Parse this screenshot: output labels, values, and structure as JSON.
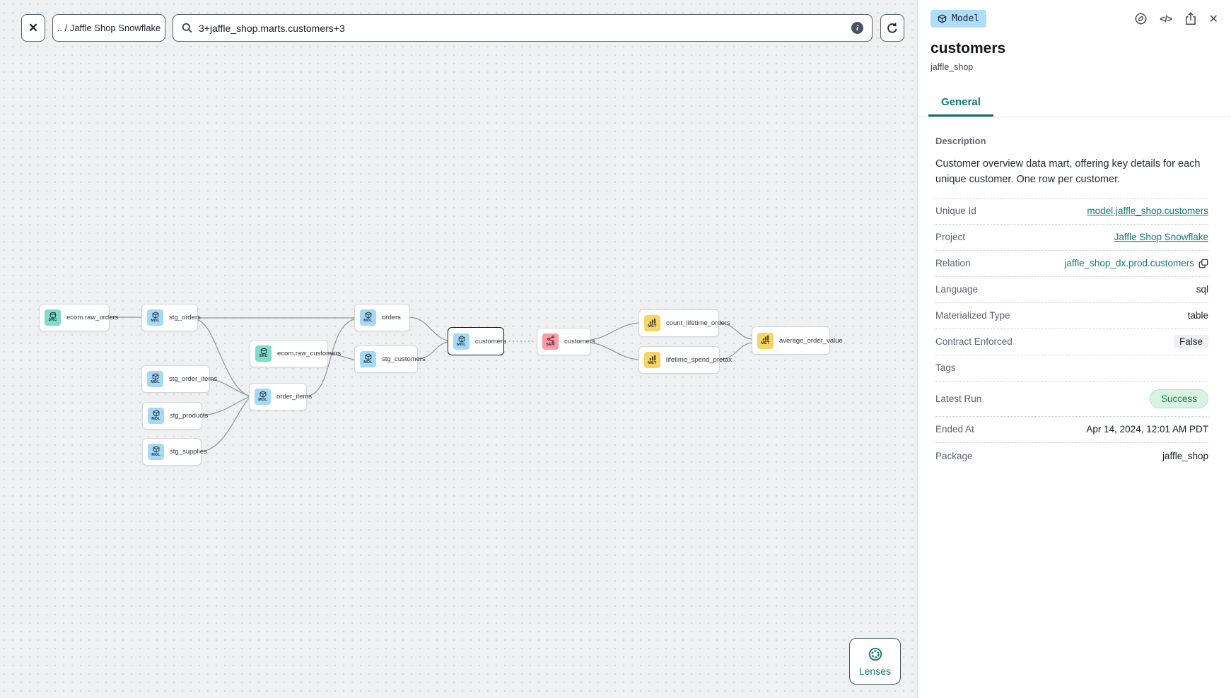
{
  "toolbar": {
    "close_label": "✕",
    "breadcrumb": ".. / Jaffle Shop Snowflake",
    "search_value": "3+jaffle_shop.marts.customers+3",
    "info_glyph": "i"
  },
  "graph": {
    "nodes": [
      {
        "label": "ecom.raw_orders",
        "kind": "SRC"
      },
      {
        "label": "stg_orders",
        "kind": "MDL"
      },
      {
        "label": "stg_order_items",
        "kind": "MDL"
      },
      {
        "label": "stg_products",
        "kind": "MDL"
      },
      {
        "label": "stg_supplies",
        "kind": "MDL"
      },
      {
        "label": "ecom.raw_customers",
        "kind": "SRC"
      },
      {
        "label": "order_items",
        "kind": "MDL"
      },
      {
        "label": "orders",
        "kind": "MDL"
      },
      {
        "label": "stg_customers",
        "kind": "MDL"
      },
      {
        "label": "customers",
        "kind": "MDL"
      },
      {
        "label": "customers",
        "kind": "SEM"
      },
      {
        "label": "count_lifetime_orders",
        "kind": "MET"
      },
      {
        "label": "lifetime_spend_pretax",
        "kind": "MET"
      },
      {
        "label": "average_order_value",
        "kind": "MET"
      }
    ]
  },
  "lenses_label": "Lenses",
  "panel": {
    "type_badge": "Model",
    "code_icon_glyph": "</>",
    "close_glyph": "✕",
    "title": "customers",
    "subtitle": "jaffle_shop",
    "tab": "General",
    "description_label": "Description",
    "description": "Customer overview data mart, offering key details for each unique customer. One row per customer.",
    "rows": [
      {
        "label": "Unique Id",
        "value": "model.jaffle_shop.customers"
      },
      {
        "label": "Project",
        "value": "Jaffle Shop Snowflake"
      },
      {
        "label": "Relation",
        "value": "jaffle_shop_dx.prod.customers"
      },
      {
        "label": "Language",
        "value": "sql"
      },
      {
        "label": "Materialized Type",
        "value": "table"
      },
      {
        "label": "Contract Enforced",
        "value": "False"
      },
      {
        "label": "Tags",
        "value": ""
      },
      {
        "label": "Latest Run",
        "value": "Success"
      },
      {
        "label": "Ended At",
        "value": "Apr 14, 2024, 12:01 AM PDT"
      },
      {
        "label": "Package",
        "value": "jaffle_shop"
      }
    ]
  },
  "colors": {
    "accent_teal": "#0d7a79",
    "source_icon": "#7eddc8",
    "model_icon": "#a4d9f7",
    "semantic_icon": "#f89ca6",
    "metric_icon": "#f6d566",
    "model_badge_bg": "#aeddfa",
    "success_bg": "#d8f3e2",
    "success_text": "#15794a",
    "selected_node_border": "#181c24"
  }
}
